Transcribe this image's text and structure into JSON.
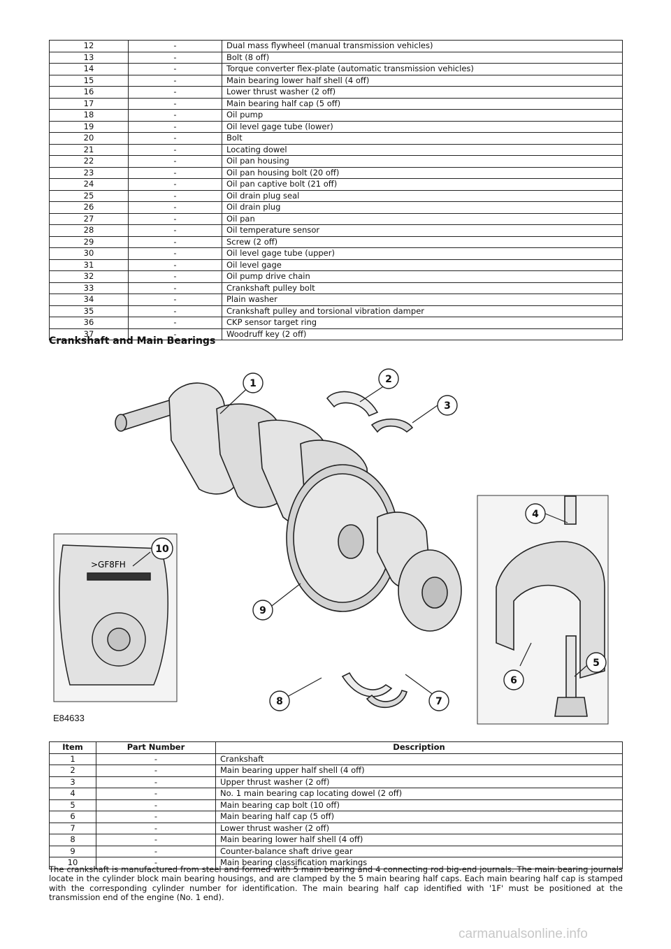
{
  "top_table": {
    "rows": [
      {
        "num": "12",
        "part": "-",
        "desc": "Dual mass flywheel (manual transmission vehicles)"
      },
      {
        "num": "13",
        "part": "-",
        "desc": "Bolt (8 off)"
      },
      {
        "num": "14",
        "part": "-",
        "desc": "Torque converter flex-plate (automatic transmission vehicles)"
      },
      {
        "num": "15",
        "part": "-",
        "desc": "Main bearing lower half shell (4 off)"
      },
      {
        "num": "16",
        "part": "-",
        "desc": "Lower thrust washer (2 off)"
      },
      {
        "num": "17",
        "part": "-",
        "desc": "Main bearing half cap (5 off)"
      },
      {
        "num": "18",
        "part": "-",
        "desc": "Oil pump"
      },
      {
        "num": "19",
        "part": "-",
        "desc": "Oil level gage tube (lower)"
      },
      {
        "num": "20",
        "part": "-",
        "desc": "Bolt"
      },
      {
        "num": "21",
        "part": "-",
        "desc": "Locating dowel"
      },
      {
        "num": "22",
        "part": "-",
        "desc": "Oil pan housing"
      },
      {
        "num": "23",
        "part": "-",
        "desc": "Oil pan housing bolt (20 off)"
      },
      {
        "num": "24",
        "part": "-",
        "desc": "Oil pan captive bolt (21 off)"
      },
      {
        "num": "25",
        "part": "-",
        "desc": "Oil drain plug seal"
      },
      {
        "num": "26",
        "part": "-",
        "desc": "Oil drain plug"
      },
      {
        "num": "27",
        "part": "-",
        "desc": "Oil pan"
      },
      {
        "num": "28",
        "part": "-",
        "desc": "Oil temperature sensor"
      },
      {
        "num": "29",
        "part": "-",
        "desc": "Screw (2 off)"
      },
      {
        "num": "30",
        "part": "-",
        "desc": "Oil level gage tube (upper)"
      },
      {
        "num": "31",
        "part": "-",
        "desc": "Oil level gage"
      },
      {
        "num": "32",
        "part": "-",
        "desc": "Oil pump drive chain"
      },
      {
        "num": "33",
        "part": "-",
        "desc": "Crankshaft pulley bolt"
      },
      {
        "num": "34",
        "part": "-",
        "desc": "Plain washer"
      },
      {
        "num": "35",
        "part": "-",
        "desc": "Crankshaft pulley and torsional vibration damper"
      },
      {
        "num": "36",
        "part": "-",
        "desc": "CKP sensor target ring"
      },
      {
        "num": "37",
        "part": "-",
        "desc": "Woodruff key (2 off)"
      }
    ]
  },
  "section_heading": "Crankshaft and Main Bearings",
  "figure": {
    "callouts": [
      "1",
      "2",
      "3",
      "4",
      "5",
      "6",
      "7",
      "8",
      "9",
      "10"
    ],
    "part_marking": ">GF8FH",
    "figure_id": "E84633"
  },
  "bottom_table": {
    "headers": {
      "item": "Item",
      "part": "Part Number",
      "desc": "Description"
    },
    "rows": [
      {
        "num": "1",
        "part": "-",
        "desc": "Crankshaft"
      },
      {
        "num": "2",
        "part": "-",
        "desc": "Main bearing upper half shell (4 off)"
      },
      {
        "num": "3",
        "part": "-",
        "desc": "Upper thrust washer (2 off)"
      },
      {
        "num": "4",
        "part": "-",
        "desc": "No. 1 main bearing cap locating dowel (2 off)"
      },
      {
        "num": "5",
        "part": "-",
        "desc": "Main bearing cap bolt (10 off)"
      },
      {
        "num": "6",
        "part": "-",
        "desc": "Main bearing half cap (5 off)"
      },
      {
        "num": "7",
        "part": "-",
        "desc": "Lower thrust washer (2 off)"
      },
      {
        "num": "8",
        "part": "-",
        "desc": "Main bearing lower half shell (4 off)"
      },
      {
        "num": "9",
        "part": "-",
        "desc": "Counter-balance shaft drive gear"
      },
      {
        "num": "10",
        "part": "-",
        "desc": "Main bearing classification markings"
      }
    ]
  },
  "paragraph": "The crankshaft is manufactured from steel and formed with 5 main bearing and 4 connecting rod big-end journals. The main bearing journals locate in the cylinder block main bearing housings, and are clamped by the 5 main bearing half caps. Each main bearing half cap is stamped with the corresponding cylinder number for identification. The main bearing half cap identified with '1F' must be positioned at the transmission end of the engine (No. 1 end).",
  "watermark": "carmanualsonline.info"
}
